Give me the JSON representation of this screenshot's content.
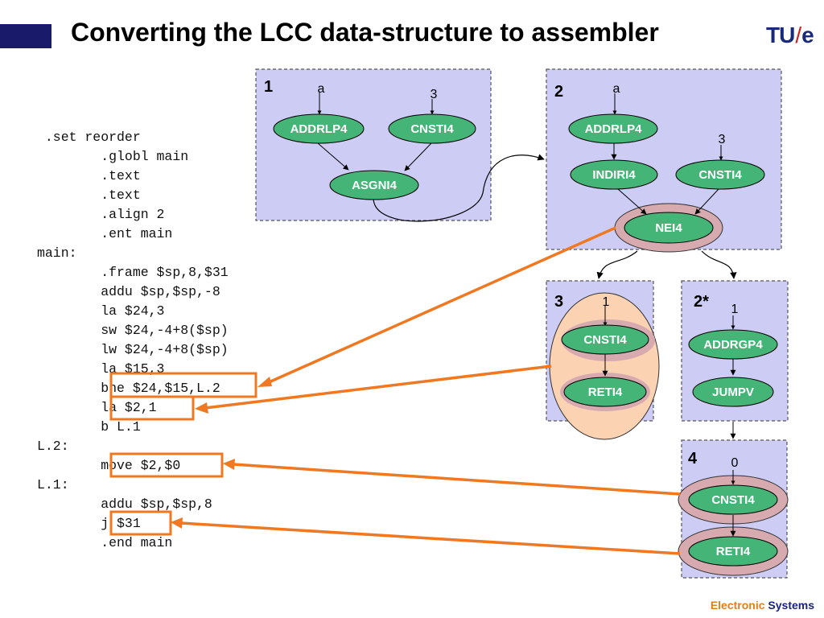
{
  "title": "Converting the LCC data-structure to assembler",
  "logo": {
    "left": "TU",
    "slash": "/",
    "right": "e"
  },
  "footer": {
    "part1": "Electronic",
    "part2": "Systems"
  },
  "colors": {
    "panel_fill": "#ccccf5",
    "node_fill": "#45b577",
    "highlight_fill": "#d7aab0",
    "orange": "#f07820",
    "peach": "#fbd2b2",
    "title_bar": "#1a1a6b"
  },
  "code_lines": [
    " .set reorder",
    "        .globl main",
    "        .text",
    "        .text",
    "        .align 2",
    "        .ent main",
    "main:",
    "        .frame $sp,8,$31",
    "        addu $sp,$sp,-8",
    "        la $24,3",
    "        sw $24,-4+8($sp)",
    "        lw $24,-4+8($sp)",
    "        la $15,3",
    "        bne $24,$15,L.2",
    "        la $2,1",
    "        b L.1",
    "L.2:",
    "        move $2,$0",
    "L.1:",
    "        addu $sp,$sp,8",
    "        j $31",
    "        .end main"
  ],
  "highlighted_lines": [
    "bne $24,$15,L.2",
    "la $2,1",
    "move $2,$0",
    "j $31"
  ],
  "panels": {
    "p1": {
      "number": "1",
      "nodes": {
        "addrlp4": "ADDRLP4",
        "cnsti4": "CNSTI4",
        "asgni4": "ASGNI4"
      },
      "leaves": {
        "a": "a",
        "three": "3"
      }
    },
    "p2": {
      "number": "2",
      "nodes": {
        "addrlp4": "ADDRLP4",
        "indiri4": "INDIRI4",
        "cnsti4": "CNSTI4",
        "nei4": "NEI4"
      },
      "leaves": {
        "a": "a",
        "three": "3"
      }
    },
    "p3": {
      "number": "3",
      "nodes": {
        "cnsti4": "CNSTI4",
        "reti4": "RETI4"
      },
      "leaves": {
        "one": "1"
      }
    },
    "p2s": {
      "number": "2*",
      "nodes": {
        "addrgp4": "ADDRGP4",
        "jumpv": "JUMPV"
      },
      "leaves": {
        "one": "1"
      }
    },
    "p4": {
      "number": "4",
      "nodes": {
        "cnsti4": "CNSTI4",
        "reti4": "RETI4"
      },
      "leaves": {
        "zero": "0"
      }
    }
  }
}
